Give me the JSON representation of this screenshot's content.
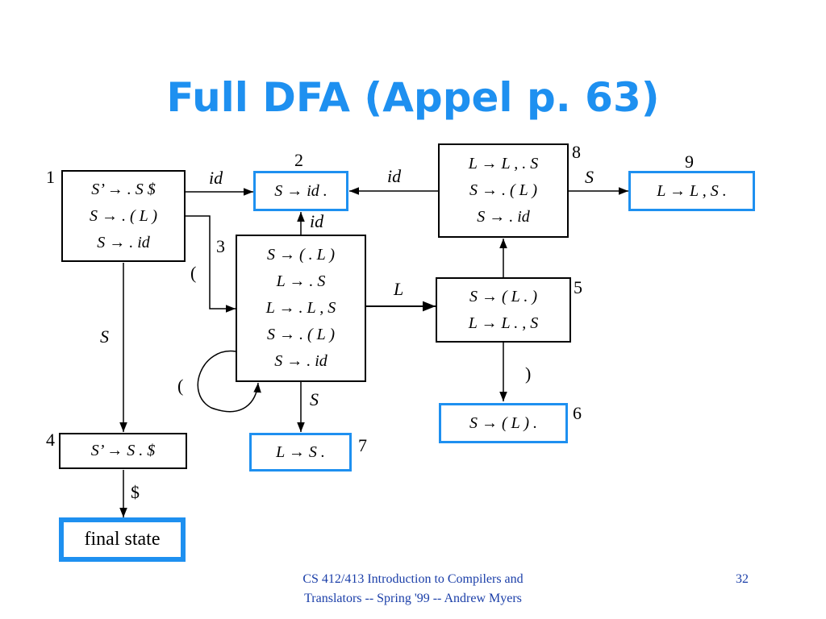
{
  "slide": {
    "title": "Full DFA (Appel p. 63)",
    "footer_course": "CS 412/413 Introduction to Compilers and Translators -- Spring '99 -- Andrew Myers",
    "page_number": "32"
  },
  "colors": {
    "accent": "#1e90f0",
    "footer": "#1a3ea8",
    "line": "#000000"
  },
  "states": {
    "s1": {
      "number": "1",
      "items": [
        "S’ → . S $",
        "S → . ( L )",
        "S → . id"
      ]
    },
    "s2": {
      "number": "2",
      "items": [
        "S → id ."
      ]
    },
    "s3": {
      "number": "3",
      "items": [
        "S → ( . L )",
        "L → . S",
        "L → . L , S",
        "S → . ( L )",
        "S → . id"
      ]
    },
    "s4": {
      "number": "4",
      "items": [
        "S’ → S . $"
      ]
    },
    "s5": {
      "number": "5",
      "items": [
        "S → ( L . )",
        "L → L . , S"
      ]
    },
    "s6": {
      "number": "6",
      "items": [
        "S → ( L ) ."
      ]
    },
    "s7": {
      "number": "7",
      "items": [
        "L → S ."
      ]
    },
    "s8": {
      "number": "8",
      "items": [
        "L → L , . S",
        "S → . ( L )",
        "S → . id"
      ]
    },
    "s9": {
      "number": "9",
      "items": [
        "L → L , S ."
      ]
    },
    "final": {
      "label": "final state"
    }
  },
  "transitions": {
    "t1_2": "id",
    "t1_3": "(",
    "t1_4": "S",
    "t3_2": "id",
    "t3_3": "(",
    "t3_5": "L",
    "t3_7": "S",
    "t5_6": ")",
    "t8_2": "id",
    "t8_9": "S",
    "t4_final": "$"
  }
}
